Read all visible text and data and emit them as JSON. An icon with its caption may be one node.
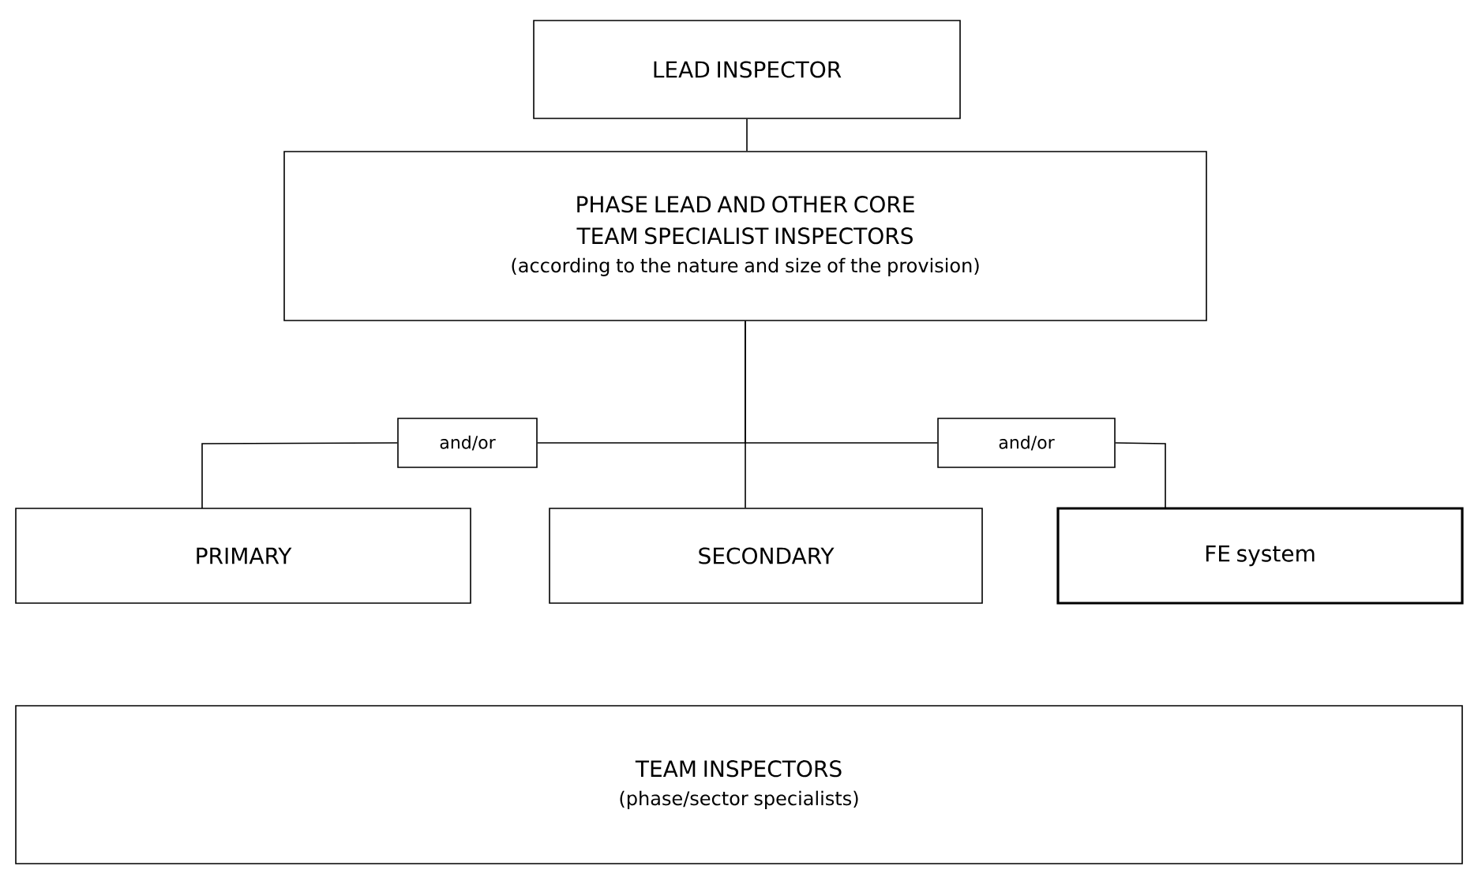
{
  "diagram": {
    "nodes": [
      {
        "text": [
          "LEAD INSPECTOR"
        ]
      },
      {
        "text": [
          "PHASE LEAD AND OTHER CORE TEAM SPECIALIST INSPECTORS",
          "(according to the nature and size of the provision)"
        ]
      },
      {
        "text": [
          "and/or"
        ]
      },
      {
        "text": [
          "and/or"
        ]
      },
      {
        "text": [
          "PRIMARY"
        ]
      },
      {
        "text": [
          "SECONDARY"
        ]
      },
      {
        "text": [
          "FE system"
        ]
      },
      {
        "text": [
          "TEAM INSPECTORS",
          "(phase/sector specialists)"
        ]
      }
    ],
    "edges": [
      {
        "from": 0,
        "to": 1,
        "arrow": "none"
      },
      {
        "from": 1,
        "to": 5,
        "arrow": "none"
      },
      {
        "from": 1,
        "to": 2,
        "arrow": "none"
      },
      {
        "from": 2,
        "to": 4,
        "arrow": "none"
      },
      {
        "from": 1,
        "to": 3,
        "arrow": "none"
      },
      {
        "from": 3,
        "to": 6,
        "arrow": "none"
      }
    ]
  }
}
